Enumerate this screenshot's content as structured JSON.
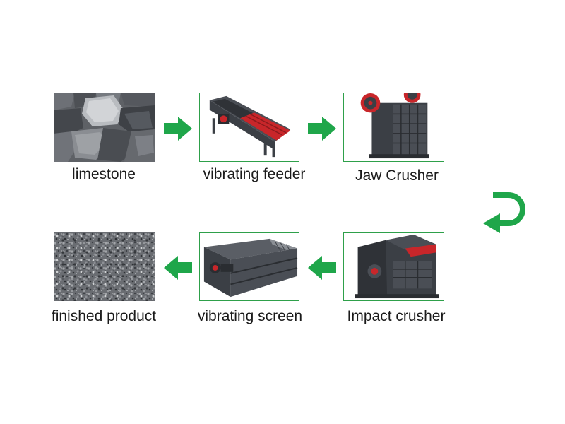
{
  "steps": [
    {
      "id": "limestone",
      "label": "limestone"
    },
    {
      "id": "feeder",
      "label": "vibrating feeder"
    },
    {
      "id": "jaw",
      "label": "Jaw Crusher"
    },
    {
      "id": "impact",
      "label": "Impact crusher"
    },
    {
      "id": "screen",
      "label": "vibrating screen"
    },
    {
      "id": "product",
      "label": "finished product"
    }
  ],
  "colors": {
    "arrow": "#1fa64a",
    "frame": "#2ea04a",
    "machine_dark": "#3b3f45",
    "machine_accent": "#c8262a"
  },
  "icons": {
    "flow_arrow": "arrow-right-icon",
    "turn_arrow": "u-turn-arrow-icon"
  }
}
